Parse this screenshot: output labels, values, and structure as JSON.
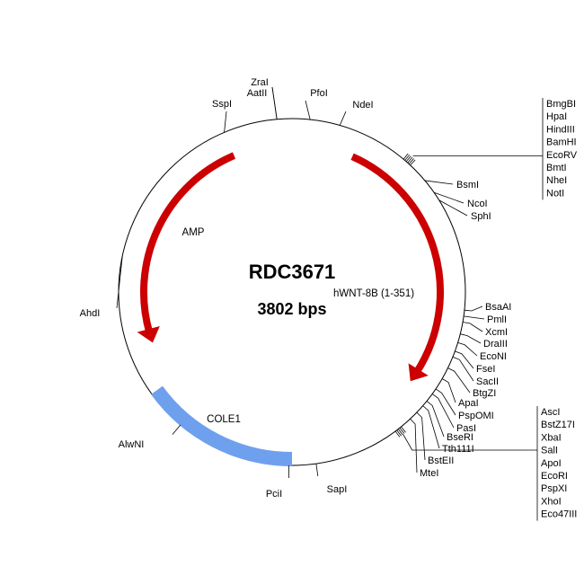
{
  "plasmid": {
    "name": "RDC3671",
    "size_text": "3802 bps",
    "size_bp": 3802
  },
  "colors": {
    "backbone": "#000000",
    "arrow_red": "#cc0000",
    "cole1_blue": "#6fa0ee"
  },
  "features": [
    {
      "name": "AMP",
      "type": "arrow",
      "color": "#cc0000",
      "start_deg": 337,
      "end_deg": 250,
      "direction": "ccw"
    },
    {
      "name": "hWNT-8B (1-351)",
      "type": "arrow",
      "color": "#cc0000",
      "start_deg": 24,
      "end_deg": 127,
      "direction": "cw"
    },
    {
      "name": "COLE1",
      "type": "block",
      "color": "#6fa0ee",
      "start_deg": 180,
      "end_deg": 234
    }
  ],
  "sites": {
    "top": [
      {
        "name": "ZraI"
      },
      {
        "name": "AatII"
      },
      {
        "name": "SspI"
      },
      {
        "name": "PfoI"
      },
      {
        "name": "NdeI"
      }
    ],
    "right_upper": [
      {
        "name": "BsmI"
      },
      {
        "name": "NcoI"
      },
      {
        "name": "SphI"
      }
    ],
    "mcs_top": [
      "BmgBI",
      "HpaI",
      "HindIII",
      "BamHI",
      "EcoRV",
      "BmtI",
      "NheI",
      "NotI"
    ],
    "right_middle": [
      {
        "name": "BsaAI"
      },
      {
        "name": "PmlI"
      },
      {
        "name": "XcmI"
      },
      {
        "name": "DraIII"
      },
      {
        "name": "EcoNI"
      },
      {
        "name": "FseI"
      },
      {
        "name": "SacII"
      },
      {
        "name": "BtgZI"
      },
      {
        "name": "ApaI"
      },
      {
        "name": "PspOMI"
      },
      {
        "name": "PasI"
      },
      {
        "name": "BseRI"
      },
      {
        "name": "Tth111I"
      },
      {
        "name": "BstEII"
      },
      {
        "name": "MteI"
      }
    ],
    "mcs_bottom": [
      "AscI",
      "BstZ17I",
      "XbaI",
      "SalI",
      "ApoI",
      "EcoRI",
      "PspXI",
      "XhoI",
      "Eco47III"
    ],
    "bottom": [
      {
        "name": "SapI"
      },
      {
        "name": "PciI"
      },
      {
        "name": "AlwNI"
      }
    ],
    "left": [
      {
        "name": "AhdI"
      }
    ]
  }
}
